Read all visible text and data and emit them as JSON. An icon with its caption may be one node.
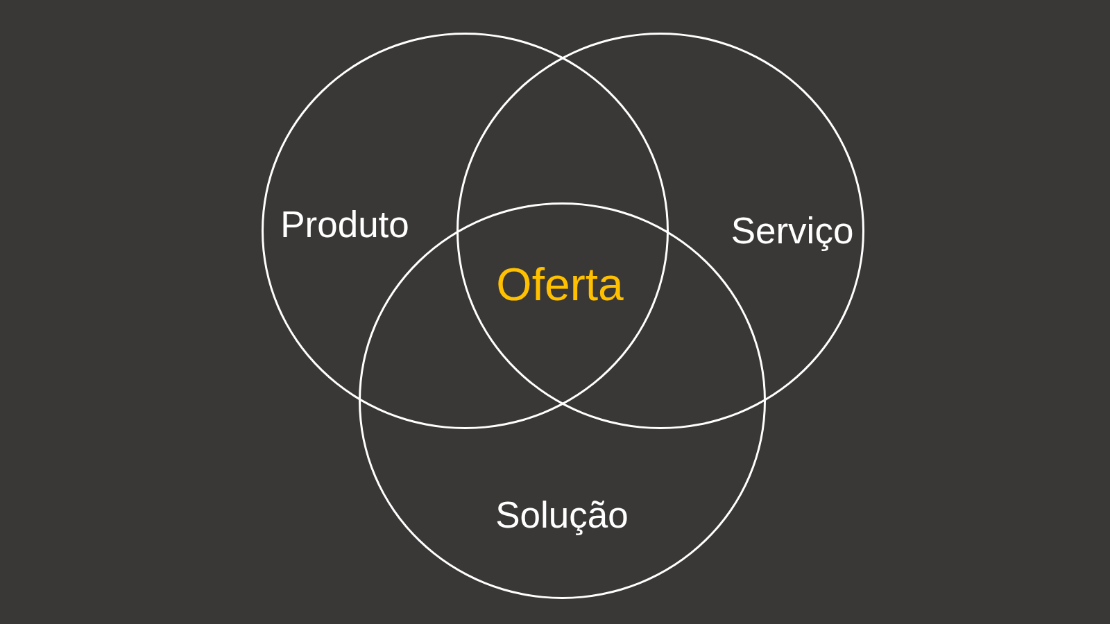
{
  "diagram": {
    "nodes": [
      {
        "text": [
          "Produto"
        ]
      },
      {
        "text": [
          "Serviço"
        ]
      },
      {
        "text": [
          "Solução"
        ]
      }
    ],
    "labels": [
      "Oferta"
    ]
  }
}
